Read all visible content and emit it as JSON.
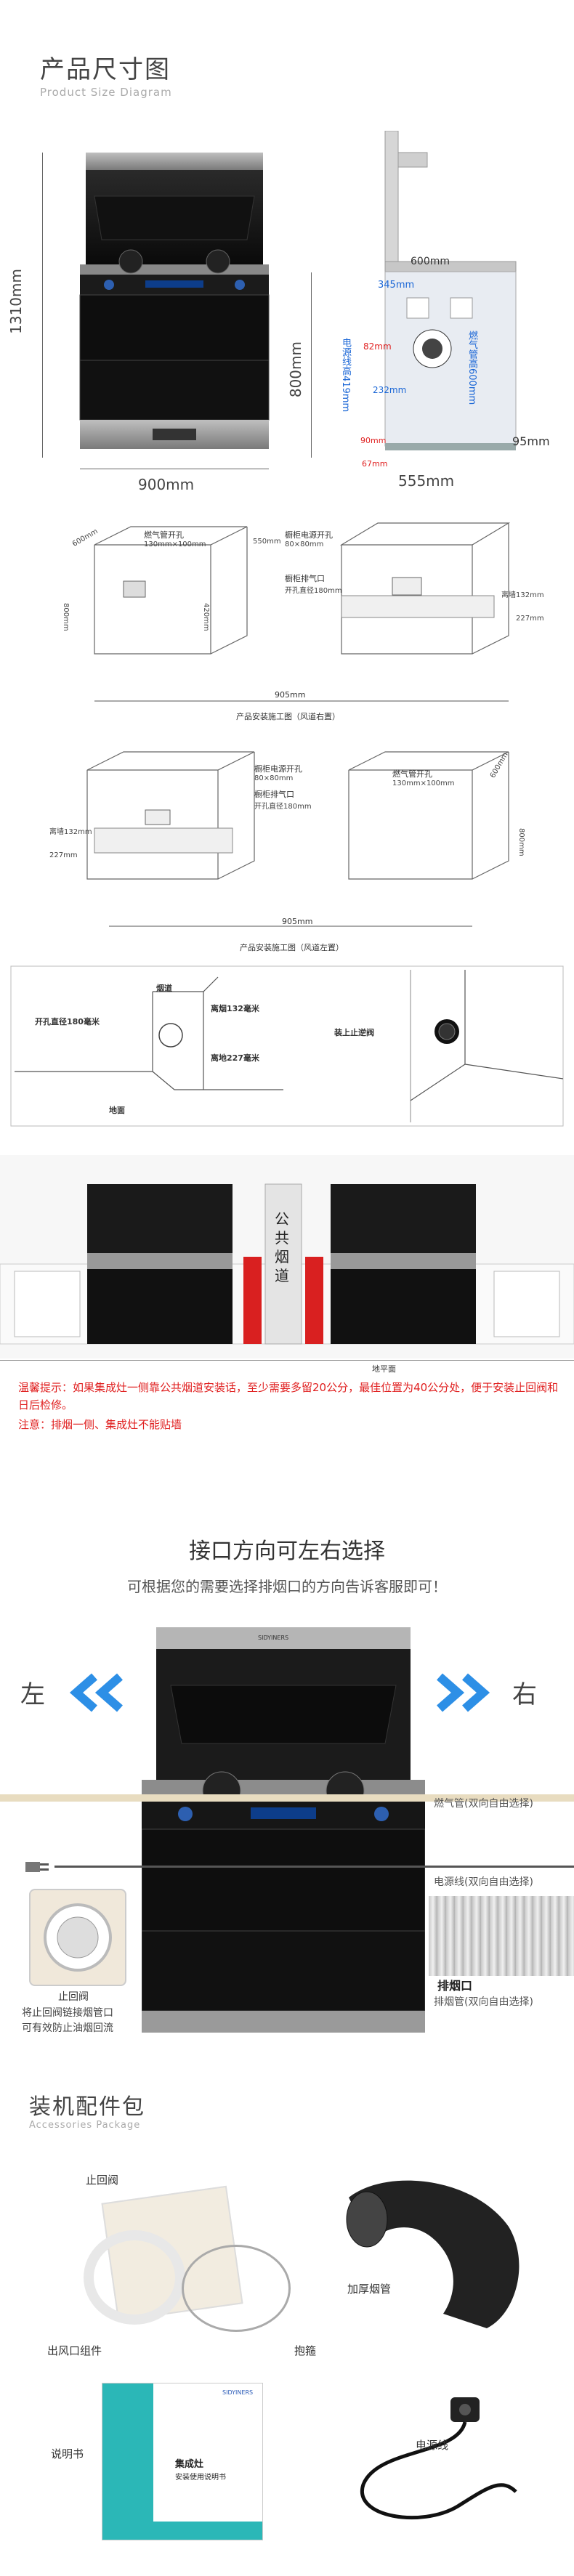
{
  "header": {
    "title_cn": "产品尺寸图",
    "title_en": "Product Size Diagram"
  },
  "dims": {
    "height": "1310mm",
    "body_height": "800mm",
    "width": "900mm",
    "side_width_top": "600mm",
    "side_345": "345mm",
    "side_555": "555mm",
    "side_95": "95mm",
    "side_82": "82mm",
    "side_232": "232mm",
    "side_90": "90mm",
    "side_67": "67mm",
    "vert_left": "电源线高419mm",
    "vert_right": "燃气管高600mm"
  },
  "diagram_right": {
    "gas_hole": "燃气管开孔",
    "gas_hole_size": "130mm×100mm",
    "cabinet_power": "橱柜电源开孔",
    "cabinet_power_size": "80×80mm",
    "cabinet_exhaust": "橱柜排气口",
    "cabinet_exhaust_size": "开孔直径180mm",
    "d_600": "600mm",
    "d_800": "800mm",
    "d_550": "550mm",
    "d_420": "420mm",
    "d_227": "227mm",
    "d_132": "离墙132mm",
    "d_905": "905mm",
    "caption": "产品安装施工图（风道右置）"
  },
  "diagram_left": {
    "cabinet_power": "橱柜电源开孔",
    "cabinet_power_size": "80×80mm",
    "cabinet_exhaust": "橱柜排气口",
    "cabinet_exhaust_size": "开孔直径180mm",
    "gas_hole": "燃气管开孔",
    "gas_hole_size": "130mm×100mm",
    "d_132": "离墙132mm",
    "d_227": "227mm",
    "d_600": "600mm",
    "d_800": "800mm",
    "d_905": "905mm",
    "caption": "产品安装施工图（风道左置）"
  },
  "flue": {
    "hole_diameter": "开孔直径180毫米",
    "flue_label": "烟道",
    "floor": "地面",
    "from_flue": "离烟132毫米",
    "from_floor": "离地227毫米",
    "install_valve": "装上止逆阀"
  },
  "public_flue": {
    "label": "公共烟道",
    "ground": "地平面"
  },
  "notes": {
    "tip": "温馨提示：如果集成灶一侧靠公共烟道安装话，至少需要多留20公分，最佳位置为40公分处，便于安装止回阀和日后检修。",
    "caution": "注意：排烟一侧、集成灶不能贴墙"
  },
  "direction": {
    "title": "接口方向可左右选择",
    "subtitle": "可根据您的需要选择排烟口的方向告诉客服即可！",
    "left": "左",
    "right": "右",
    "gas_pipe": "燃气管(双向自由选择)",
    "power_line": "电源线(双向自由选择)",
    "exhaust": "排烟口",
    "exhaust_pipe": "排烟管(双向自由选择)",
    "check_valve": "止回阀",
    "valve_note_1": "将止回阀链接烟管口",
    "valve_note_2": "可有效防止油烟回流",
    "brand": "SIDYINERS"
  },
  "accessories": {
    "title_cn": "装机配件包",
    "title_en": "Accessories Package",
    "check_valve": "止回阀",
    "outlet": "出风口组件",
    "clamp": "抱箍",
    "thick_pipe": "加厚烟管",
    "manual": "说明书",
    "power_cord": "电源线",
    "manual_title_1": "集成灶",
    "manual_title_2": "安装使用说明书",
    "manual_brand": "SIDYINERS"
  },
  "colors": {
    "red": "#e02020",
    "blue": "#1a66d6",
    "arrow_blue": "#2d8fe6"
  }
}
